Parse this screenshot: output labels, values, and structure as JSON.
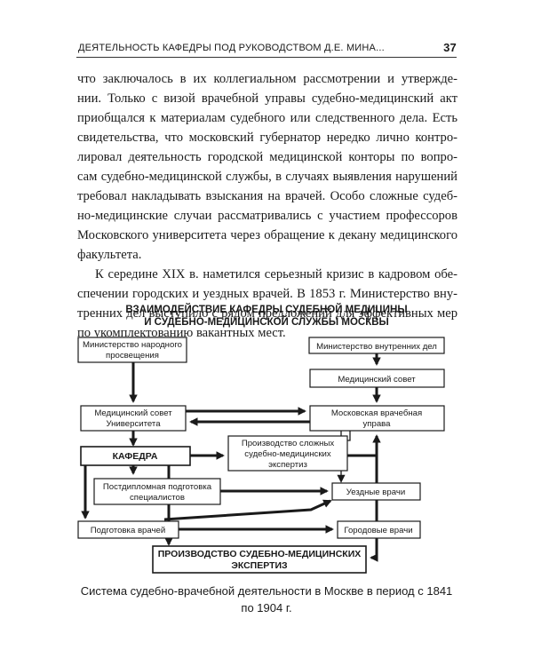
{
  "running_head": {
    "title": "ДЕЯТЕЛЬНОСТЬ КАФЕДРЫ ПОД РУКОВОДСТВОМ Д.Е. МИНА...",
    "page_number": "37"
  },
  "paragraph1_lines": [
    "что заключалось в их коллегиальном рассмотрении и утвержде-",
    "нии. Только с визой врачебной управы судебно-медицинский акт",
    "приобщался к материалам судебного или следственного дела. Есть",
    "свидетельства, что московский губернатор нередко лично контро-",
    "лировал деятельность городской медицинской конторы по вопро-",
    "сам судебно-медицинской службы, в случаях выявления нарушений",
    "требовал накладывать взыскания на врачей. Особо сложные судеб-",
    "но-медицинские случаи рассматривались с участием профессоров",
    "Московского университета через обращение к декану медицинского",
    "факультета."
  ],
  "paragraph2_lines": [
    "К середине XIX в. наметился серьезный кризис в кадровом обе-",
    "спечении городских и уездных врачей. В 1853 г. Министерство вну-",
    "тренних дел выступило с рядом предложений для эффективных мер",
    "по укомплектованию вакантных мест."
  ],
  "diagram": {
    "title_line1": "ВЗАИМОДЕЙСТВИЕ КАФЕДРЫ СУДЕБНОЙ МЕДИЦИНЫ",
    "title_line2": "И СУДЕБНО-МЕДИЦИНСКОЙ СЛУЖБЫ МОСКВЫ",
    "nodes": {
      "min_edu": [
        "Министерство народного",
        "просвещения"
      ],
      "min_int": [
        "Министерство внутренних дел"
      ],
      "med_council": [
        "Медицинский совет"
      ],
      "univ_council": [
        "Медицинский совет",
        "Университета"
      ],
      "moscow_board": [
        "Московская врачебная",
        "управа"
      ],
      "kafedra": [
        "КАФЕДРА"
      ],
      "complex_exam": [
        "Производство сложных",
        "судебно-медицинских",
        "экспертиз"
      ],
      "postgrad": [
        "Постдипломная подготовка",
        "специалистов"
      ],
      "county_doctors": [
        "Уездные врачи"
      ],
      "doctor_training": [
        "Подготовка врачей"
      ],
      "city_doctors": [
        "Городовые врачи"
      ],
      "forensic_exams": [
        "ПРОИЗВОДСТВО СУДЕБНО-МЕДИЦИНСКИХ",
        "ЭКСПЕРТИЗ"
      ]
    }
  },
  "caption_line1": "Система судебно-врачебной деятельности в Москве в период с 1841",
  "caption_line2": "по 1904 г."
}
